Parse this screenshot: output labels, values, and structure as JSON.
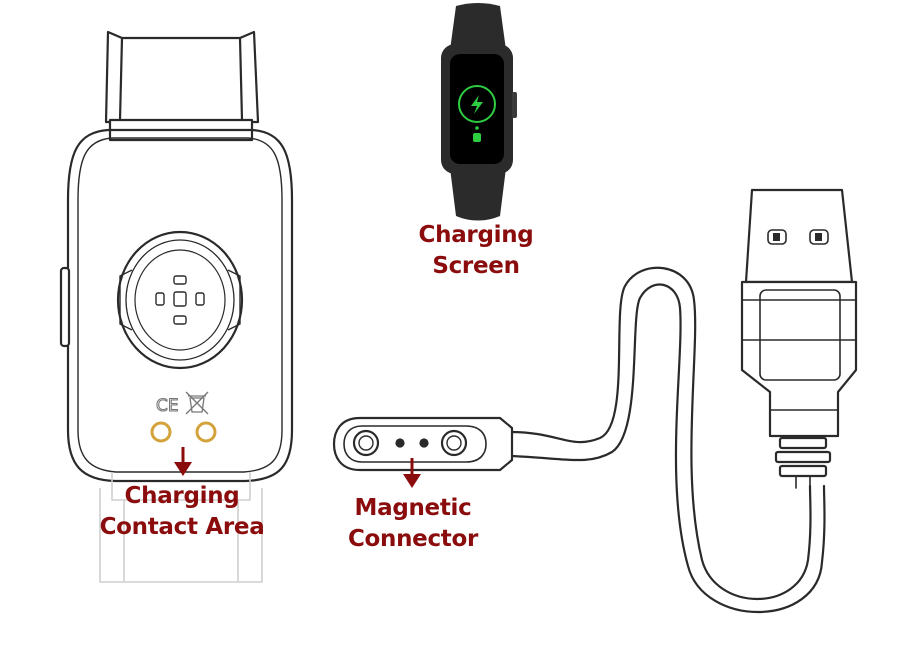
{
  "labels": {
    "charging_contact_area": [
      "Charging",
      "Contact Area"
    ],
    "charging_screen": [
      "Charging",
      "Screen"
    ],
    "magnetic_connector": [
      "Magnetic",
      "Connector"
    ]
  },
  "logos": {
    "ce_mark": "CE"
  },
  "icons": {
    "charging_bolt": "lightning-bolt-icon",
    "weee_bin": "crossed-bin-icon"
  },
  "colors": {
    "label_text": "#8b0c0c",
    "arrow": "#8b0c0c",
    "line_art": "#2a2a2a",
    "charge_ring": "#2ecc40",
    "contact_pin": "#d4a23a",
    "band_body": "#2b2b2b"
  }
}
